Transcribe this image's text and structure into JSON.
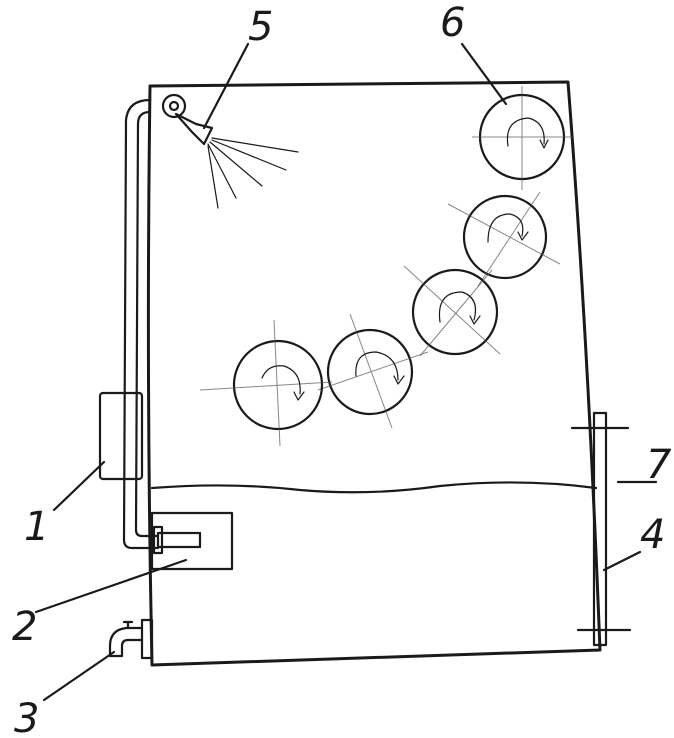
{
  "labels": {
    "l1": "1",
    "l2": "2",
    "l3": "3",
    "l4": "4",
    "l5": "5",
    "l6": "6",
    "l7": "7"
  }
}
